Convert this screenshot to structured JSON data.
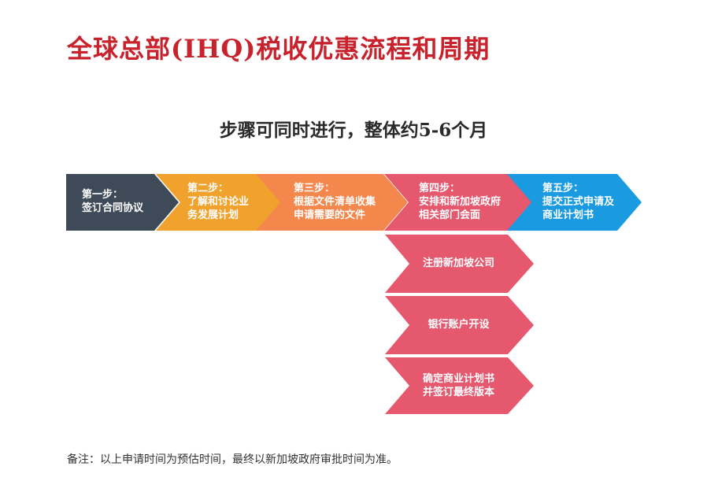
{
  "title": "全球总部(IHQ)税收优惠流程和周期",
  "subtitle": "步骤可同时进行，整体约5-6个月",
  "colors": {
    "title": "#c8232c",
    "step1": "#3f4a59",
    "step2": "#f0a22d",
    "step3": "#f4874c",
    "step4": "#e5586e",
    "step5": "#1a9ae0"
  },
  "steps": [
    {
      "label": "第一步：",
      "desc": [
        "签订合同协议"
      ]
    },
    {
      "label": "第二步：",
      "desc": [
        "了解和讨论业",
        "务发展计划"
      ]
    },
    {
      "label": "第三步：",
      "desc": [
        "根据文件清单收集",
        "申请需要的文件"
      ]
    },
    {
      "label": "第四步：",
      "desc": [
        "安排和新加坡政府",
        "相关部门会面"
      ]
    },
    {
      "label": "第五步：",
      "desc": [
        "提交正式申请及",
        "商业计划书"
      ]
    }
  ],
  "substeps": [
    {
      "lines": [
        "注册新加坡公司"
      ]
    },
    {
      "lines": [
        "银行账户开设"
      ]
    },
    {
      "lines": [
        "确定商业计划书",
        "并签订最终版本"
      ]
    }
  ],
  "note": "备注：以上申请时间为预估时间，最终以新加坡政府审批时间为准。"
}
